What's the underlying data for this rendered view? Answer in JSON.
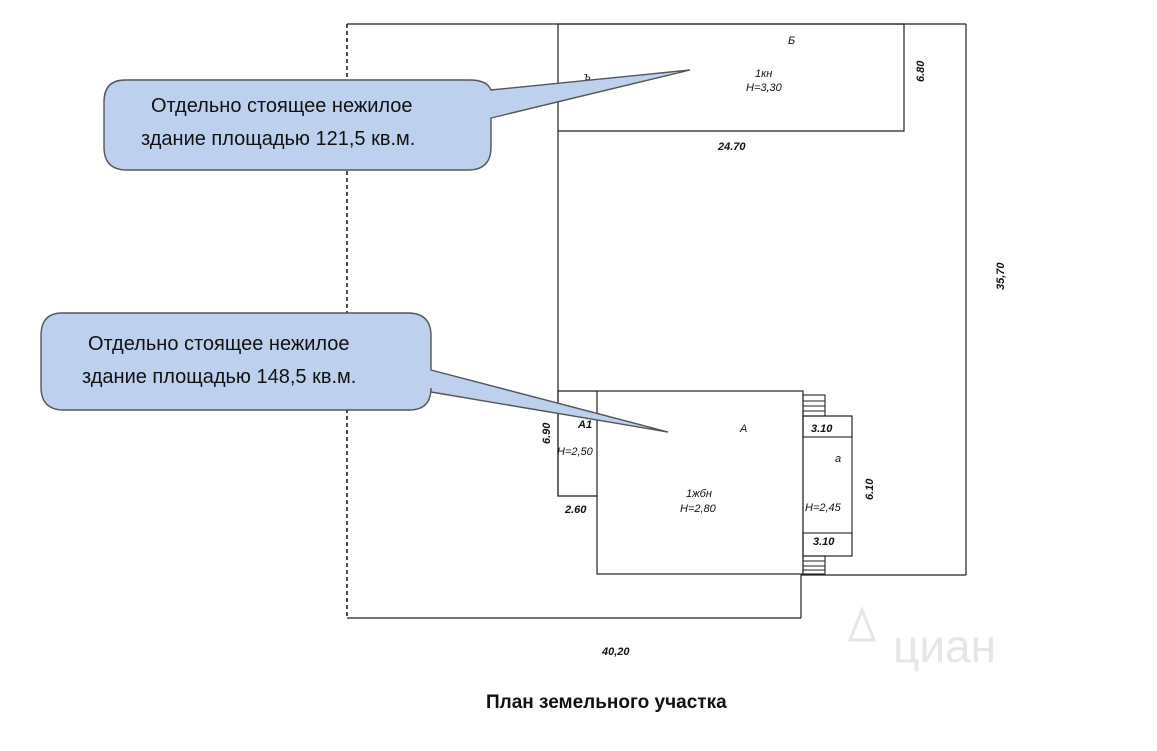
{
  "callouts": {
    "top": {
      "line1": "Отдельно стоящее нежилое",
      "line2": "здание площадью 121,5 кв.м."
    },
    "bottom": {
      "line1": "Отдельно стоящее нежилое",
      "line2": "здание площадью 148,5 кв.м."
    }
  },
  "building_b": {
    "letter": "Б",
    "floors": "1кн",
    "height": "Н=3,30",
    "width_label": "24.70",
    "depth_label": "6.80",
    "porch_mark": "ъ"
  },
  "building_a": {
    "letter": "А",
    "floors": "1жбн",
    "height": "Н=2,80"
  },
  "annex_a1": {
    "letter": "А1",
    "height": "Н=2,50",
    "depth_label": "6.90",
    "width_label": "2.60"
  },
  "annex_a_small": {
    "letter": "а",
    "height": "Н=2,45",
    "top_label": "3.10",
    "bottom_label": "3.10",
    "depth_label": "6.10"
  },
  "plot": {
    "right_label": "35,70",
    "bottom_label": "40,20"
  },
  "watermark": "циан",
  "caption": "План земельного участка",
  "colors": {
    "callout_fill": "#bdd1ee",
    "callout_stroke": "#555555",
    "line": "#222222"
  }
}
